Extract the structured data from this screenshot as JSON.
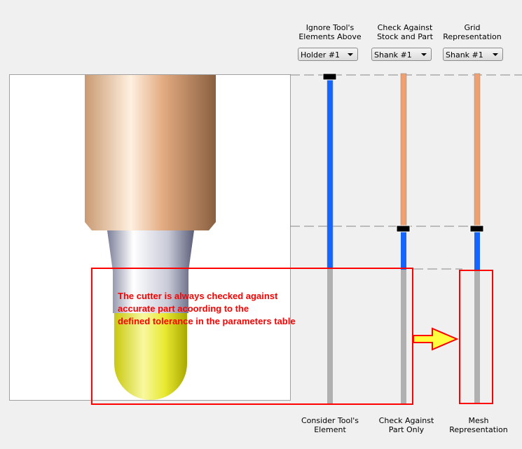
{
  "top_labels": [
    "Ignore Tool's\nElements Above",
    "Check Against\nStock and Part",
    "Grid\nRepresentation"
  ],
  "dropdowns": [
    "Holder #1",
    "Shank #1",
    "Shank #1"
  ],
  "bottom_labels": [
    "Consider Tool's\nElement",
    "Check Against\nPart Only",
    "Mesh\nRepresentation"
  ],
  "note": "The cutter is always checked against accurate part acoording to the defined tolerance in the parameters table",
  "note_lines": [
    "The cutter is always checked against",
    "accurate part acoording to the",
    "defined tolerance in the parameters table"
  ],
  "colors": {
    "holder": "#e2aa80",
    "shank": "#9aa0b8",
    "cutter": "#e8e830",
    "bar_blue": "#1464ff",
    "bar_orange": "#f0a070",
    "bar_gray": "#b0b0b0",
    "annotation": "#ff0000"
  }
}
